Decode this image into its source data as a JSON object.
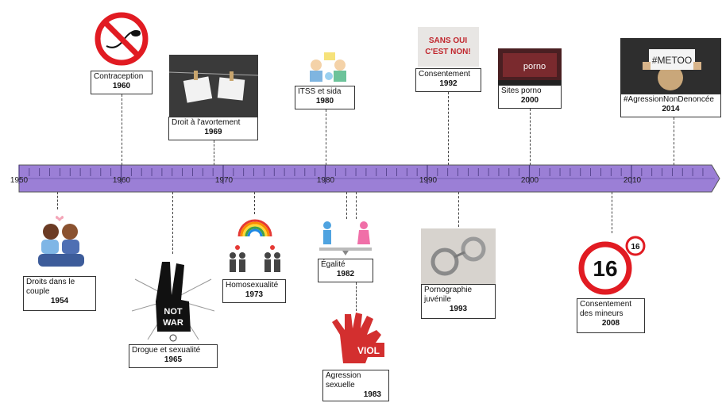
{
  "axis": {
    "ticks": [
      "1950",
      "1960",
      "1970",
      "1980",
      "1990",
      "2000",
      "2010"
    ],
    "bar_color": "#9b7fd6"
  },
  "events": [
    {
      "label": "Contraception",
      "year": "1960",
      "image": "no-sperm-sign-icon"
    },
    {
      "label": "Droit à l'avortement",
      "year": "1969",
      "image": "photo-signs-on-clothesline"
    },
    {
      "label": "ITSS et sida",
      "year": "1980",
      "image": "medical-people-clipart"
    },
    {
      "label": "Consentement",
      "year": "1992",
      "image": "sans-oui-cest-non-photo",
      "image_text": "SANS OUI C'EST NON!"
    },
    {
      "label": "Sites porno",
      "year": "2000",
      "image": "laptop-porno-photo",
      "image_text": "porno"
    },
    {
      "label": "#AgressionNonDenoncée",
      "year": "2014",
      "image": "metoo-sign-photo",
      "image_text": "#METOO"
    },
    {
      "label": "Droits dans le couple",
      "year": "1954",
      "image": "couple-clipart"
    },
    {
      "label": "Drogue et sexualité",
      "year": "1965",
      "image": "not-war-hand-icon",
      "image_text": "NOT WAR"
    },
    {
      "label": "Homosexualité",
      "year": "1973",
      "image": "rainbow-couples-icon"
    },
    {
      "label": "Égalité",
      "year": "1982",
      "image": "gender-equality-scale-icon"
    },
    {
      "label": "Agression sexuelle",
      "year": "1983",
      "image": "red-hand-viol-icon",
      "image_text": "VIOL"
    },
    {
      "label": "Pornographie juvénile",
      "year": "1993",
      "image": "handcuffs-photo"
    },
    {
      "label": "Consentement des mineurs",
      "year": "2008",
      "image": "speed-limit-16-sign",
      "image_text": "16"
    }
  ]
}
